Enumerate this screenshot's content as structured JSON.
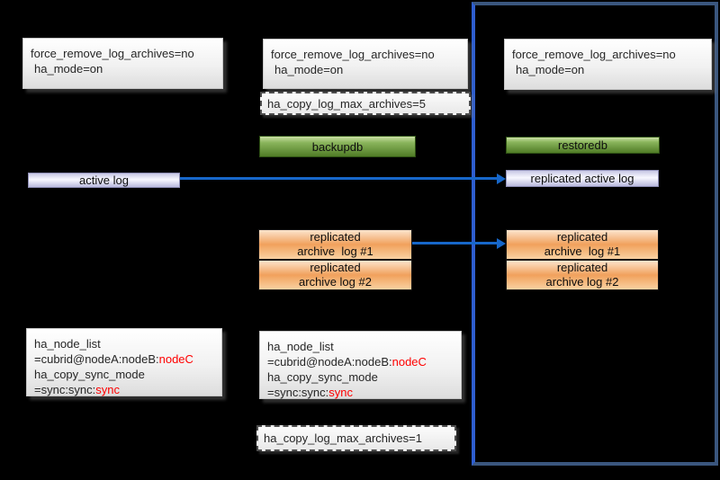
{
  "colors": {
    "background": "#000000",
    "arrow": "#1767c9",
    "frame_border": "#3a567e",
    "highlight_text": "#ff0000"
  },
  "left_node": {
    "config_top": {
      "line1": "force_remove_log_archives=no",
      "line2": "ha_mode=on"
    },
    "active_log": {
      "label": "active log"
    },
    "config_bottom": {
      "line1": "ha_node_list",
      "line2_prefix": "=cubrid@nodeA:nodeB:",
      "line2_highlight": "nodeC",
      "line3": "ha_copy_sync_mode",
      "line4_prefix": "=sync:sync:",
      "line4_highlight": "sync"
    }
  },
  "middle_node": {
    "config_top": {
      "line1": "force_remove_log_archives=no",
      "line2": "ha_mode=on"
    },
    "max_archives_top": {
      "label": "ha_copy_log_max_archives=5"
    },
    "backupdb": {
      "label": "backupdb"
    },
    "archive_log_1": {
      "line1": "replicated",
      "line2": "archive  log #1"
    },
    "archive_log_2": {
      "line1": "replicated",
      "line2": "archive log #2"
    },
    "config_bottom": {
      "line1": "ha_node_list",
      "line2_prefix": "=cubrid@nodeA:nodeB:",
      "line2_highlight": "nodeC",
      "line3": "ha_copy_sync_mode",
      "line4_prefix": "=sync:sync:",
      "line4_highlight": "sync"
    },
    "max_archives_bottom": {
      "label": "ha_copy_log_max_archives=1"
    }
  },
  "right_node": {
    "config_top": {
      "line1": "force_remove_log_archives=no",
      "line2": "ha_mode=on"
    },
    "restoredb": {
      "label": "restoredb"
    },
    "replicated_active_log": {
      "label": "replicated active log"
    },
    "archive_log_1": {
      "line1": "replicated",
      "line2": "archive  log #1"
    },
    "archive_log_2": {
      "line1": "replicated",
      "line2": "archive log #2"
    }
  }
}
